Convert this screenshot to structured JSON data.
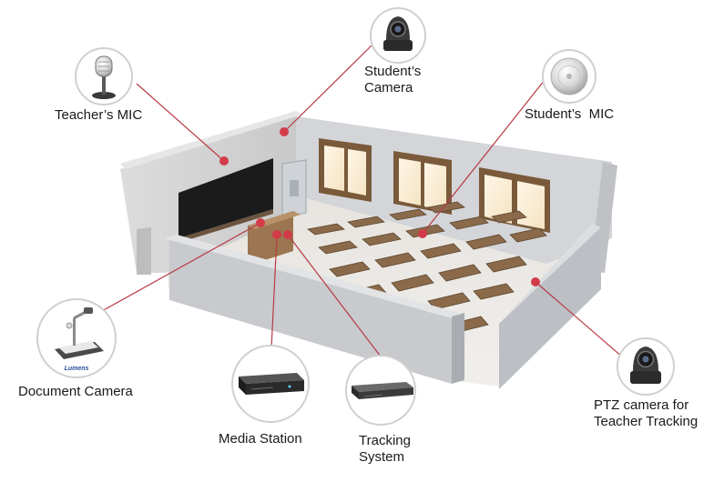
{
  "labels": {
    "teachers_mic": "Teacher’s MIC",
    "students_camera": [
      "Student’s",
      "Camera"
    ],
    "students_mic": "Student’s  MIC",
    "document_camera": "Document Camera",
    "media_station": "Media Station",
    "tracking_system": [
      "Tracking",
      "System"
    ],
    "ptz_camera": [
      "PTZ camera for",
      "Teacher Tracking"
    ],
    "document_camera_brand": "Lumens"
  },
  "colors": {
    "connector": "#b83a45",
    "dot": "#d23c4a",
    "wall": "#cfd1d5",
    "floor": "#eceae6",
    "board": "#1b1b1b",
    "desk": "#8a6a4a"
  },
  "icons": [
    "microphone-icon",
    "ptz-camera-icon",
    "ceiling-mic-icon",
    "document-camera-icon",
    "media-station-icon",
    "tracking-system-icon"
  ]
}
